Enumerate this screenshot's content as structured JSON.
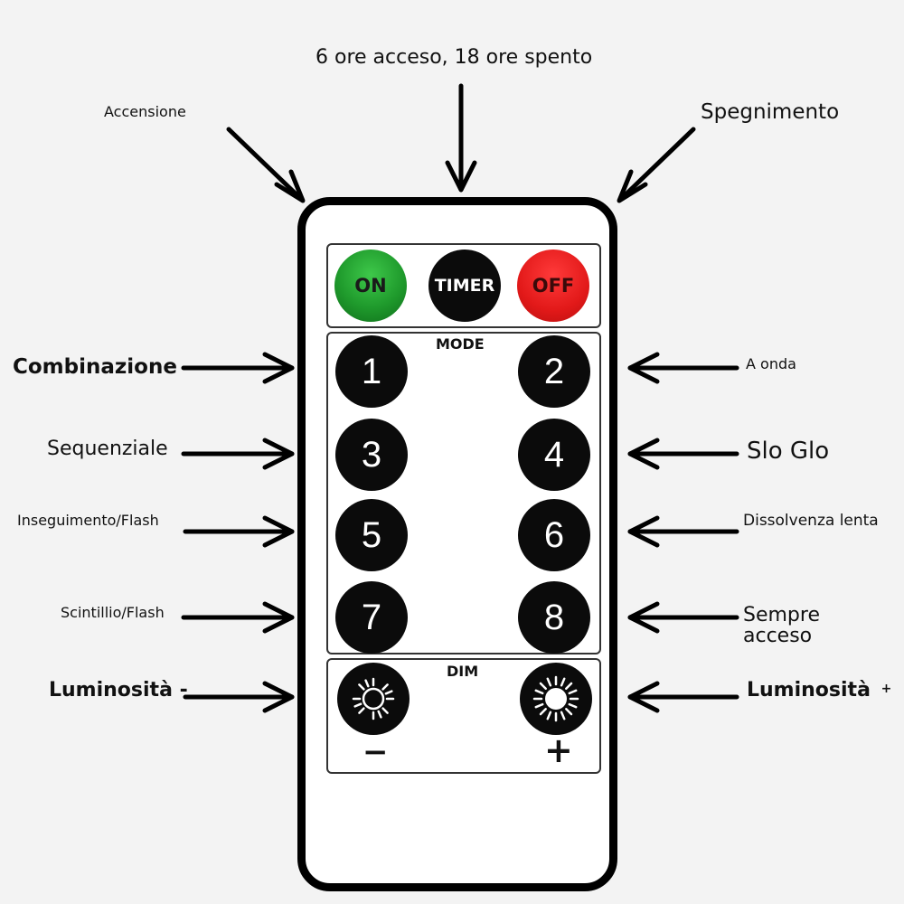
{
  "labels": {
    "timer_callout": "6 ore acceso, 18 ore spento",
    "on_callout": "Accensione",
    "off_callout": "Spegnimento",
    "mode1": "Combinazione",
    "mode2": "A onda",
    "mode3": "Sequenziale",
    "mode4": "Slo Glo",
    "mode5": "Inseguimento/Flash",
    "mode6": "Dissolvenza lenta",
    "mode7": "Scintillio/Flash",
    "mode8_line1": "Sempre",
    "mode8_line2": "acceso",
    "dim_minus": "Luminosità -",
    "dim_plus_text": "Luminosità",
    "dim_plus_mark": "+"
  },
  "remote": {
    "on_button": "ON",
    "timer_button": "TIMER",
    "off_button": "OFF",
    "mode_title": "MODE",
    "dim_title": "DIM",
    "minus_sign": "−",
    "plus_sign": "+",
    "mode_buttons": [
      "1",
      "2",
      "3",
      "4",
      "5",
      "6",
      "7",
      "8"
    ]
  },
  "colors": {
    "on": "#1f9a2c",
    "off": "#e21919",
    "button": "#0b0b0b",
    "background": "#f3f3f3"
  },
  "icons": {
    "dim_minus": "sun-outline-icon",
    "dim_plus": "sun-filled-icon",
    "callouts": "arrow-icon"
  }
}
